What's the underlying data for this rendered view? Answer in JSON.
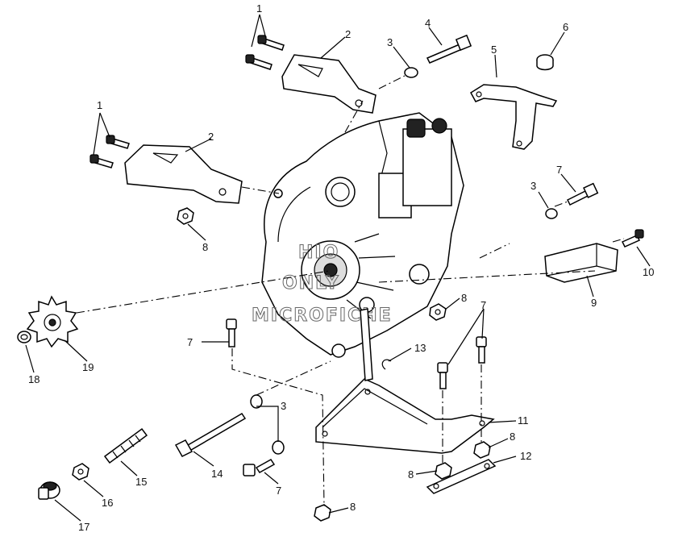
{
  "callouts": {
    "c1a": "1",
    "c1b": "1",
    "c2a": "2",
    "c2b": "2",
    "c3a": "3",
    "c3b": "3",
    "c3c": "3",
    "c4": "4",
    "c5": "5",
    "c6": "6",
    "c7a": "7",
    "c7b": "7",
    "c7c": "7",
    "c7d": "7",
    "c8a": "8",
    "c8b": "8",
    "c8c": "8",
    "c8d": "8",
    "c8e": "8",
    "c9": "9",
    "c10": "10",
    "c11": "11",
    "c12": "12",
    "c13": "13",
    "c14": "14",
    "c15": "15",
    "c16": "16",
    "c17": "17",
    "c18": "18",
    "c19": "19"
  },
  "watermark": {
    "line1": "HIO",
    "line2": "ONLY",
    "line3": "MICROFICHE"
  }
}
